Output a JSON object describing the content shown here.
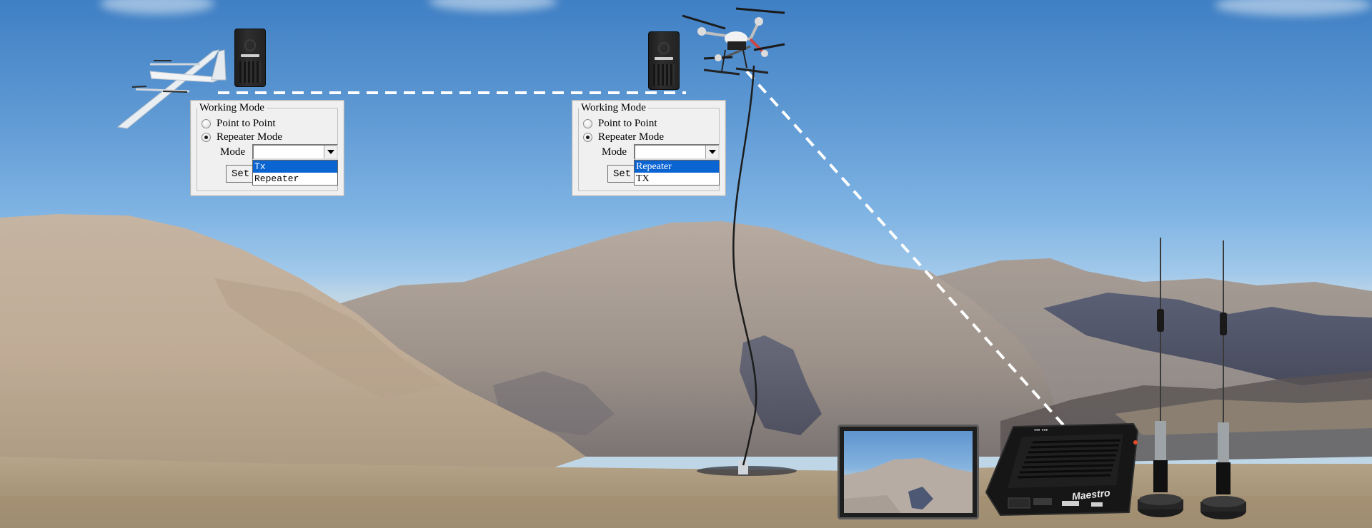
{
  "scene": {
    "description": "Tethered drone repeater link diagram over mountain landscape",
    "colors": {
      "sky_top": "#3f7fc4",
      "sky_horizon": "#bfd6e6",
      "link_line": "#ffffff",
      "selection_blue": "#0a64d2",
      "panel_bg": "#f0f0f0"
    },
    "icons": {
      "fixed_wing": "vtol-fixed-wing-drone-icon",
      "quadcopter": "tethered-quadcopter-icon",
      "transmitter": "video-transmitter-module-icon",
      "ground_station": "maestro-ground-receiver-icon",
      "monitor": "video-monitor-icon",
      "antenna": "whip-antenna-icon"
    }
  },
  "panels": [
    {
      "id": "aircraft",
      "group_title": "Working Mode",
      "options": [
        {
          "label": "Point to Point",
          "checked": false
        },
        {
          "label": "Repeater Mode",
          "checked": true
        }
      ],
      "mode_label": "Mode",
      "mode_value": "",
      "set_button": "Set",
      "dropdown_items": [
        {
          "label": "Tx",
          "selected": true
        },
        {
          "label": "Repeater",
          "selected": false
        }
      ]
    },
    {
      "id": "repeater",
      "group_title": "Working Mode",
      "options": [
        {
          "label": "Point to Point",
          "checked": false
        },
        {
          "label": "Repeater Mode",
          "checked": true
        }
      ],
      "mode_label": "Mode",
      "mode_value": "",
      "set_button": "Set",
      "dropdown_items": [
        {
          "label": "Repeater",
          "selected": true
        },
        {
          "label": "TX",
          "selected": false
        }
      ]
    }
  ],
  "ground_station": {
    "brand": "Maestro"
  }
}
